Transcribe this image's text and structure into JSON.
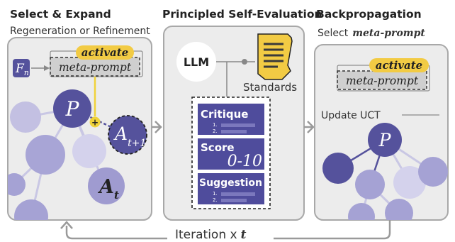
{
  "colors": {
    "panel_fill": "#ececec",
    "panel_stroke": "#a8a8a8",
    "node_dark": "#55529c",
    "node_mid": "#9f9bd0",
    "node_light": "#d2d0ea",
    "activate_yellow": "#f2cb44",
    "link_yellow": "#f0d23a",
    "card_blue": "#4f4c9c"
  },
  "panels": {
    "select": {
      "title": "Select & Expand",
      "subtitle": "Regeneration or Refinement",
      "fn_base": "F",
      "fn_sub": "n",
      "activate": "activate",
      "meta_prompt": "meta-prompt",
      "plus": "+",
      "node_p": "P",
      "node_a_next_base": "A",
      "node_a_next_sub": "t+1",
      "node_a_base": "A",
      "node_a_sub": "t"
    },
    "eval": {
      "title": "Principled Self-Evaluation",
      "llm": "LLM",
      "standards": "Standards",
      "cards": [
        {
          "label": "Critique",
          "icon": "list-icon",
          "list_numbers": [
            "1.",
            "2."
          ]
        },
        {
          "label": "Score",
          "value": "0-10",
          "icon": "score-icon"
        },
        {
          "label": "Suggestion",
          "icon": "list-icon",
          "list_numbers": [
            "1.",
            "2."
          ]
        }
      ]
    },
    "backprop": {
      "title": "Backpropagation",
      "select_text": "Select",
      "select_em": "meta-prompt",
      "activate": "activate",
      "meta_prompt": "meta-prompt",
      "update": "Update UCT",
      "node_p": "P"
    }
  },
  "loop": {
    "label": "Iteration x",
    "var": "t"
  }
}
